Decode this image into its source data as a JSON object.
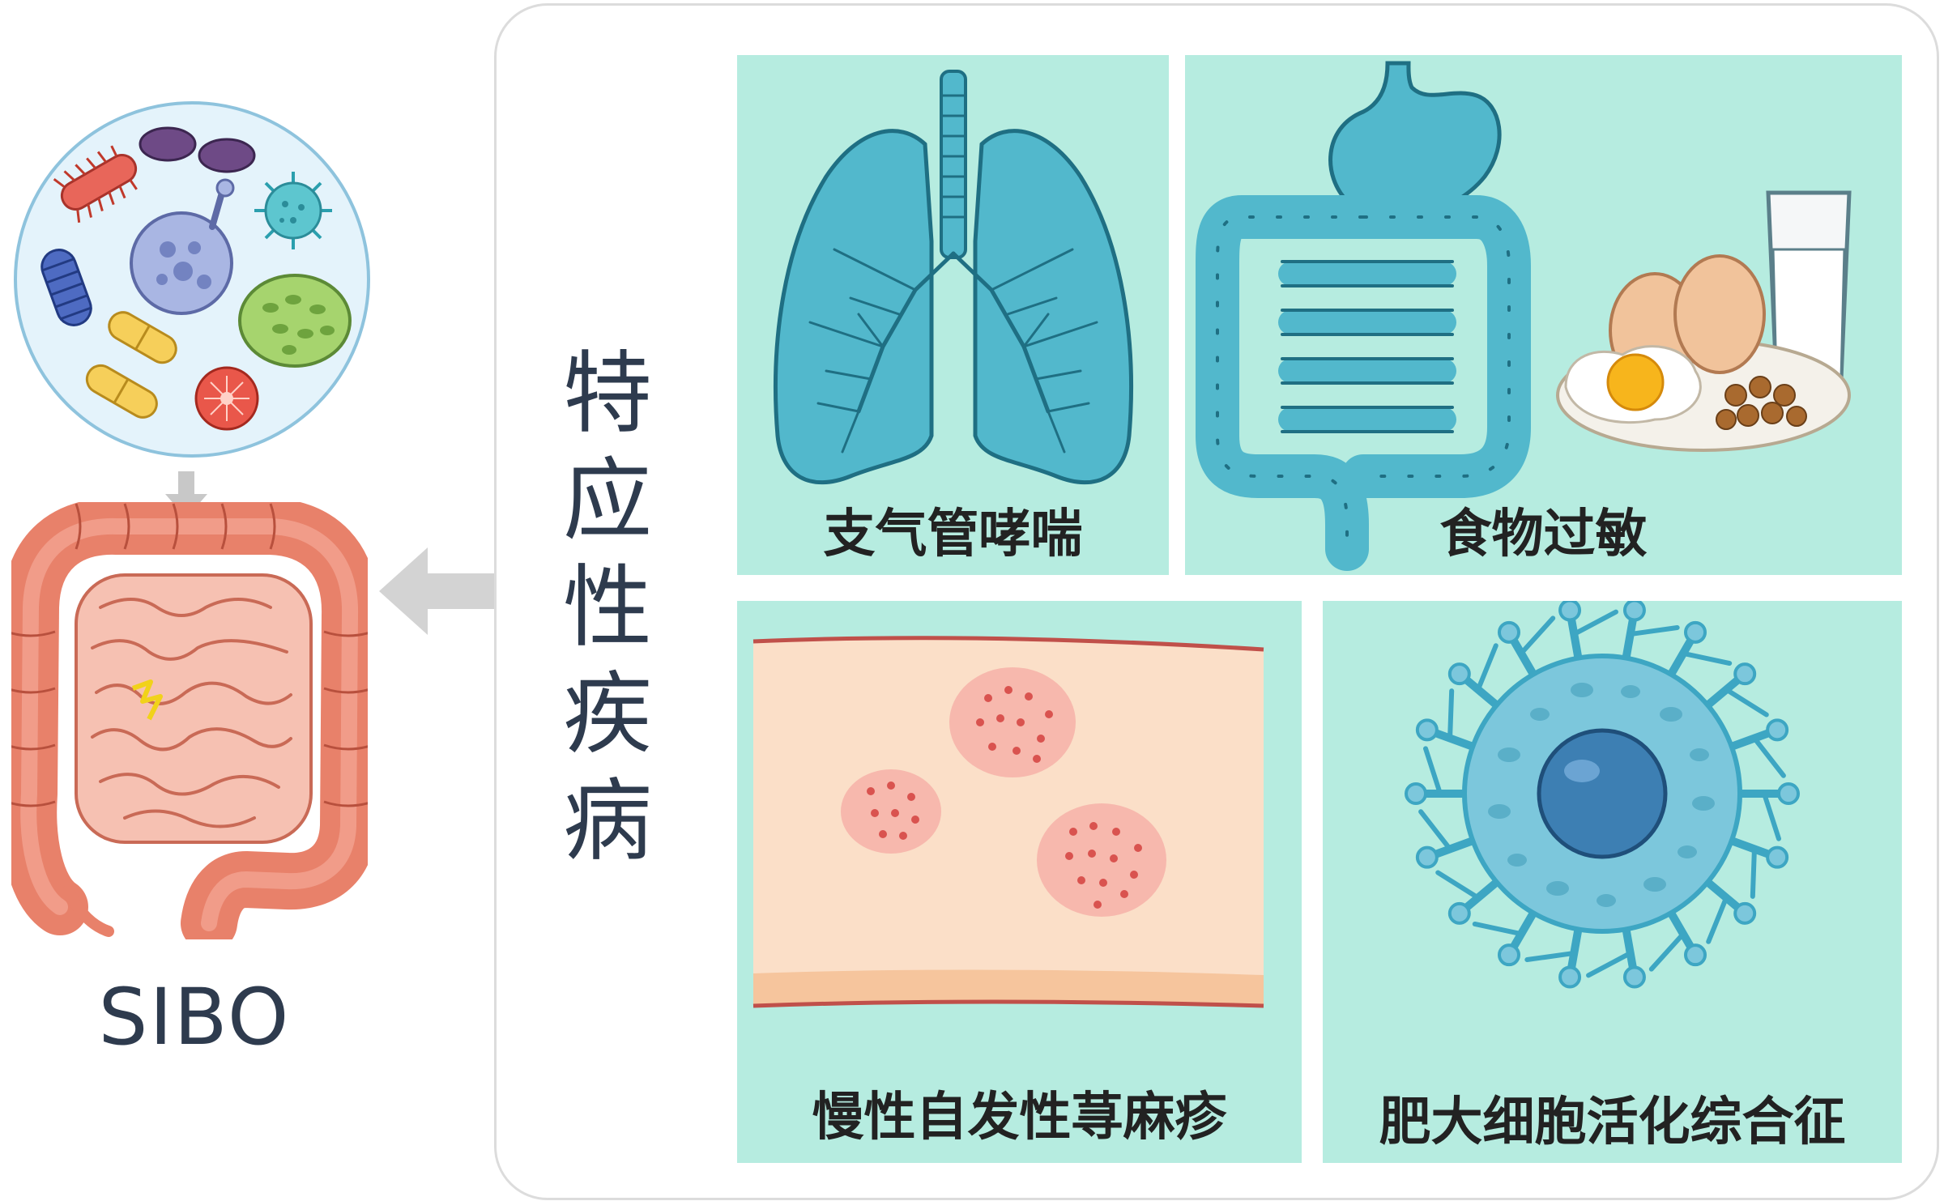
{
  "left": {
    "label": "SIBO",
    "icons": [
      "bacteria-circle-icon",
      "down-arrow-icon",
      "intestine-icon",
      "double-arrow-icon"
    ]
  },
  "right": {
    "title_chars": [
      "特",
      "应",
      "性",
      "疾",
      "病"
    ],
    "tiles": [
      {
        "label": "支气管哮喘",
        "icon": "lungs-icon"
      },
      {
        "label": "食物过敏",
        "icon": "digestive-tract-food-icon"
      },
      {
        "label": "慢性自发性荨麻疹",
        "icon": "skin-rash-icon"
      },
      {
        "label": "肥大细胞活化综合征",
        "icon": "mast-cell-icon"
      }
    ]
  },
  "colors": {
    "tile_bg": "#b6ece0",
    "text": "#2e3b4e",
    "intestine": "#ee8a74",
    "organ_blue": "#4fb8cf"
  }
}
